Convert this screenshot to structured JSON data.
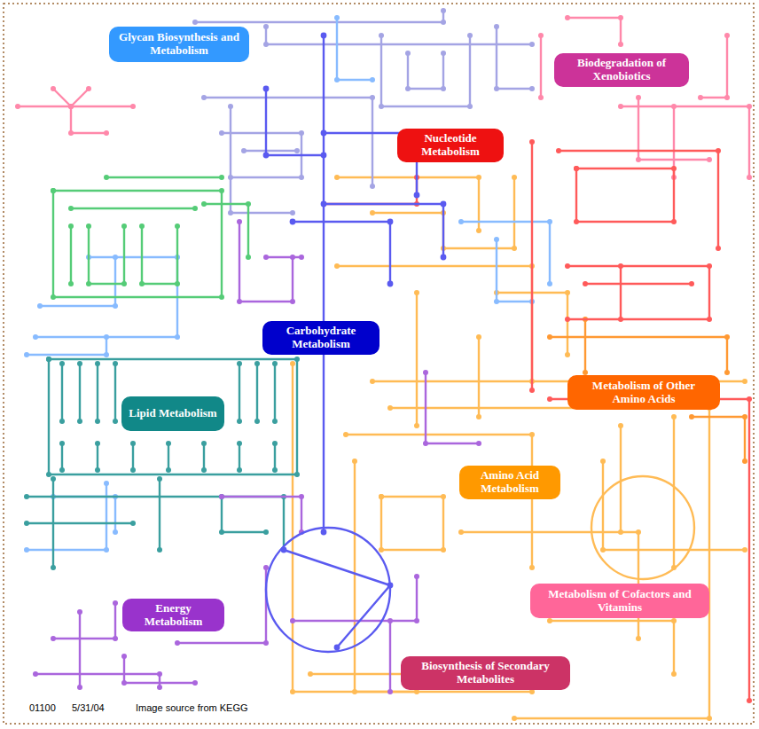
{
  "diagram": {
    "nodes": [
      {
        "text": [
          "Glycan Biosynthesis and Metabolism"
        ]
      },
      {
        "text": [
          "Biodegradation of Xenobiotics"
        ]
      },
      {
        "text": [
          "Nucleotide Metabolism"
        ]
      },
      {
        "text": [
          "Carbohydrate Metabolism"
        ]
      },
      {
        "text": [
          "Lipid Metabolism"
        ]
      },
      {
        "text": [
          "Metabolism of Other Amino Acids"
        ]
      },
      {
        "text": [
          "Amino Acid Metabolism"
        ]
      },
      {
        "text": [
          "Energy Metabolism"
        ]
      },
      {
        "text": [
          "Metabolism of Cofactors and Vitamins"
        ]
      },
      {
        "text": [
          "Biosynthesis of Secondary Metabolites"
        ]
      }
    ],
    "labels": [
      "01100",
      "5/31/04",
      "Image source from KEGG"
    ]
  }
}
